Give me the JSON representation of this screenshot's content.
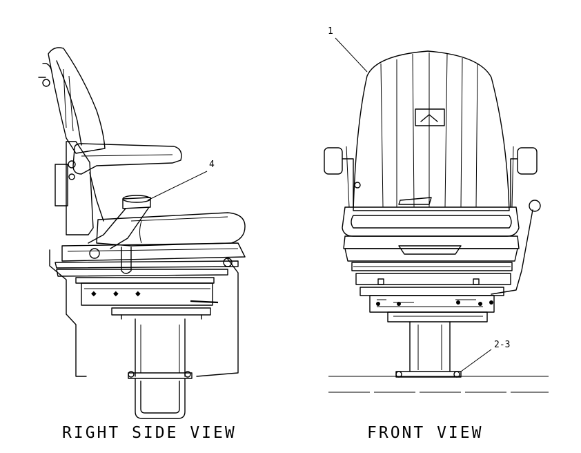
{
  "captions": {
    "side_view": "RIGHT SIDE VIEW",
    "front_view": "FRONT VIEW"
  },
  "callouts": {
    "c1": "1",
    "c4": "4",
    "c23": "2-3"
  }
}
